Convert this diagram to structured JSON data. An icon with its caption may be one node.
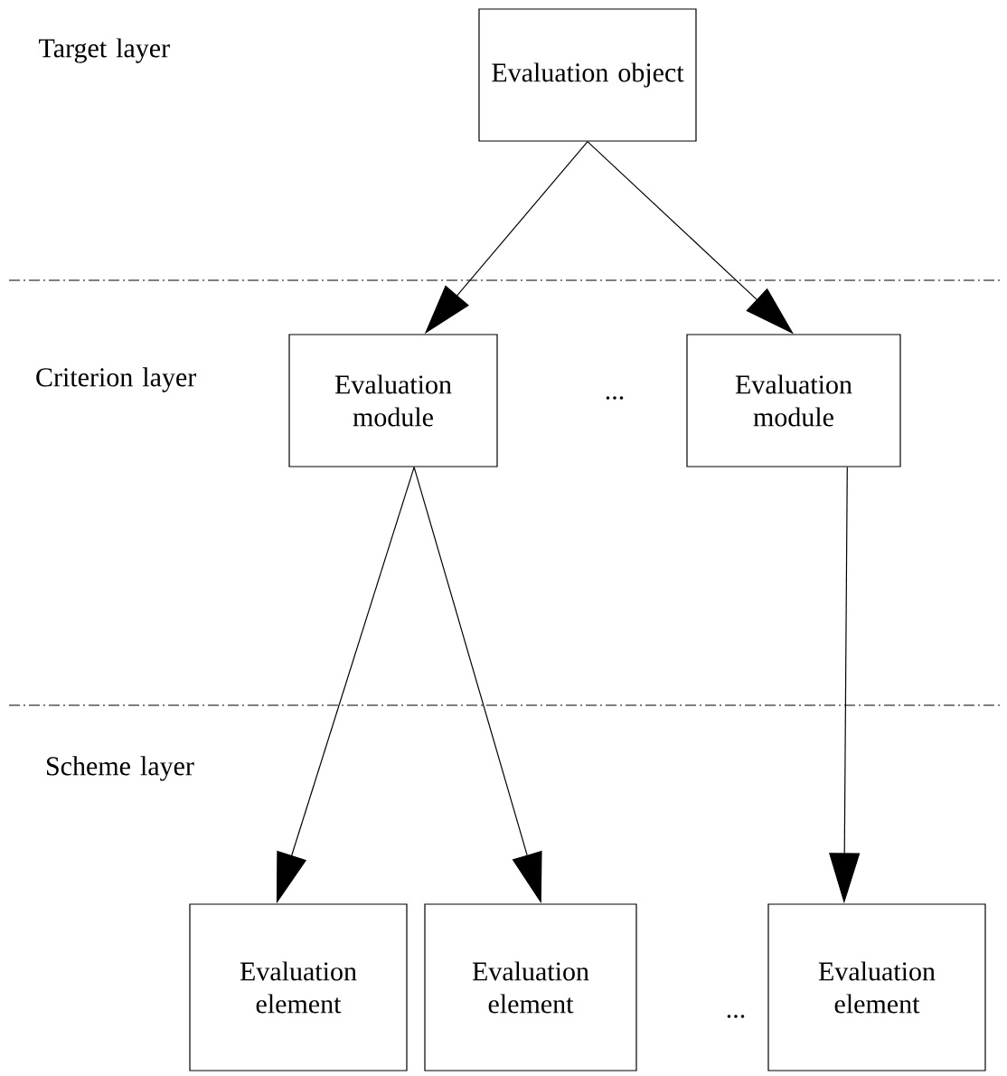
{
  "diagram": {
    "nodes": [
      {
        "text": [
          "Evaluation object"
        ]
      },
      {
        "text": [
          "Evaluation module"
        ]
      },
      {
        "text": [
          "Evaluation module"
        ]
      },
      {
        "text": [
          "Evaluation element"
        ]
      },
      {
        "text": [
          "Evaluation element"
        ]
      },
      {
        "text": [
          "Evaluation element"
        ]
      }
    ],
    "edges": [
      {
        "from": 0,
        "to": 1,
        "arrow": "to"
      },
      {
        "from": 0,
        "to": 2,
        "arrow": "to"
      },
      {
        "from": 1,
        "to": 3,
        "arrow": "to"
      },
      {
        "from": 1,
        "to": 4,
        "arrow": "to"
      },
      {
        "from": 2,
        "to": 5,
        "arrow": "to"
      }
    ],
    "labels": [
      "Target layer",
      "Criterion layer",
      "...",
      "Scheme layer",
      "..."
    ]
  }
}
